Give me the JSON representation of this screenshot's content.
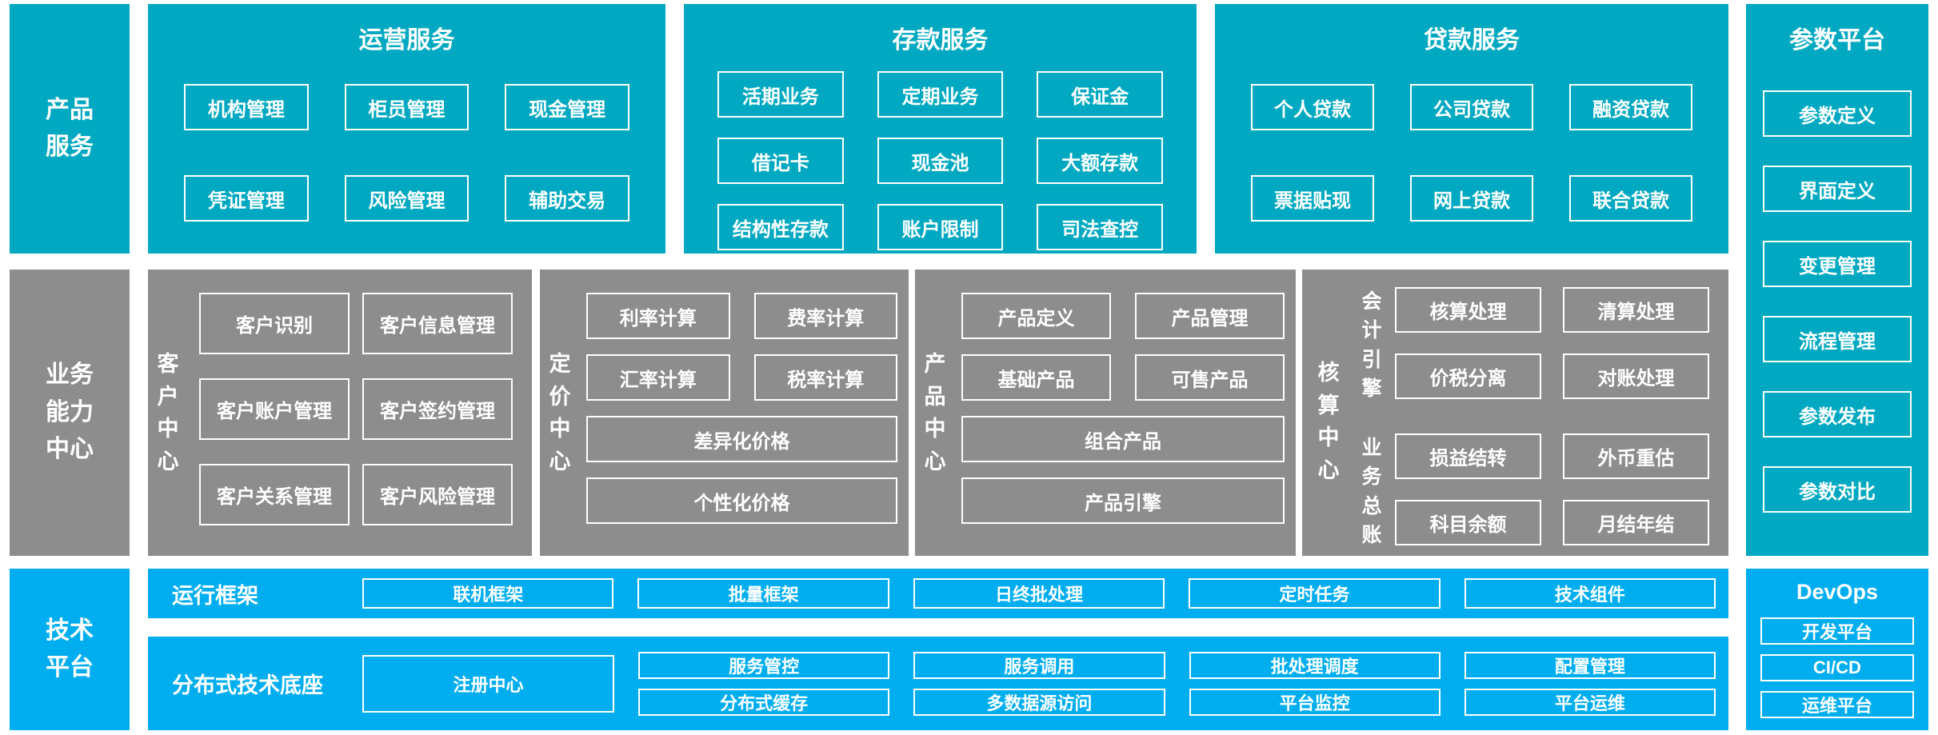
{
  "colors": {
    "teal": "#00a9c1",
    "gray": "#8d8d8d",
    "blue": "#00aeef"
  },
  "product_row": {
    "side_label": "产品服务",
    "operations": {
      "title": "运营服务",
      "items": [
        "机构管理",
        "柜员管理",
        "现金管理",
        "凭证管理",
        "风险管理",
        "辅助交易"
      ]
    },
    "deposits": {
      "title": "存款服务",
      "items": [
        "活期业务",
        "定期业务",
        "保证金",
        "借记卡",
        "现金池",
        "大额存款",
        "结构性存款",
        "账户限制",
        "司法查控"
      ]
    },
    "loans": {
      "title": "贷款服务",
      "items": [
        "个人贷款",
        "公司贷款",
        "融资贷款",
        "票据贴现",
        "网上贷款",
        "联合贷款"
      ]
    }
  },
  "param_platform": {
    "title": "参数平台",
    "items": [
      "参数定义",
      "界面定义",
      "变更管理",
      "流程管理",
      "参数发布",
      "参数对比"
    ]
  },
  "capability_row": {
    "side_label": "业务能力中心",
    "customer": {
      "label": "客户中心",
      "items": [
        "客户识别",
        "客户信息管理",
        "客户账户管理",
        "客户签约管理",
        "客户关系管理",
        "客户风险管理"
      ]
    },
    "pricing": {
      "label": "定价中心",
      "grid_items": [
        "利率计算",
        "费率计算",
        "汇率计算",
        "税率计算"
      ],
      "wide_items": [
        "差异化价格",
        "个性化价格"
      ]
    },
    "product": {
      "label": "产品中心",
      "grid_items": [
        "产品定义",
        "产品管理",
        "基础产品",
        "可售产品"
      ],
      "wide_items": [
        "组合产品",
        "产品引擎"
      ]
    },
    "accounting": {
      "label": "核算中心",
      "sections": [
        {
          "label": "会计引擎",
          "items": [
            "核算处理",
            "清算处理",
            "价税分离",
            "对账处理"
          ]
        },
        {
          "label": "业务总账",
          "items": [
            "损益结转",
            "外币重估",
            "科目余额",
            "月结年结"
          ]
        }
      ]
    }
  },
  "tech_row": {
    "side_label": "技术平台",
    "runtime": {
      "label": "运行框架",
      "items": [
        "联机框架",
        "批量框架",
        "日终批处理",
        "定时任务",
        "技术组件"
      ]
    },
    "distributed": {
      "label": "分布式技术底座",
      "registry": "注册中心",
      "items": [
        "服务管控",
        "服务调用",
        "批处理调度",
        "配置管理",
        "分布式缓存",
        "多数据源访问",
        "平台监控",
        "平台运维"
      ]
    },
    "devops": {
      "title": "DevOps",
      "items": [
        "开发平台",
        "CI/CD",
        "运维平台"
      ]
    }
  }
}
